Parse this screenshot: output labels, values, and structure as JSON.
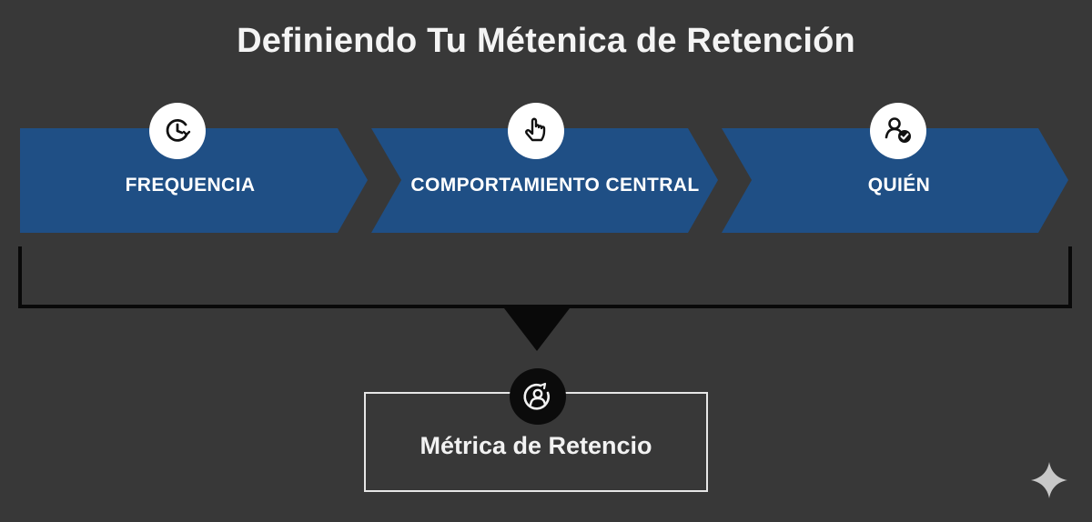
{
  "title": "Definiendo Tu Métenica de Retención",
  "steps": [
    {
      "label": "FREQUENCIA",
      "icon": "clock-refresh-icon"
    },
    {
      "label": "COMPORTAMIENTO CENTRAL",
      "icon": "pointer-hand-icon"
    },
    {
      "label": "QUIÉN",
      "icon": "user-check-icon"
    }
  ],
  "result": {
    "label": "Métrica de Retencio",
    "icon": "user-retention-icon"
  },
  "colors": {
    "background": "#383838",
    "chevron": "#1f4f85",
    "bracket": "#090909",
    "title": "#f4f4f4"
  }
}
